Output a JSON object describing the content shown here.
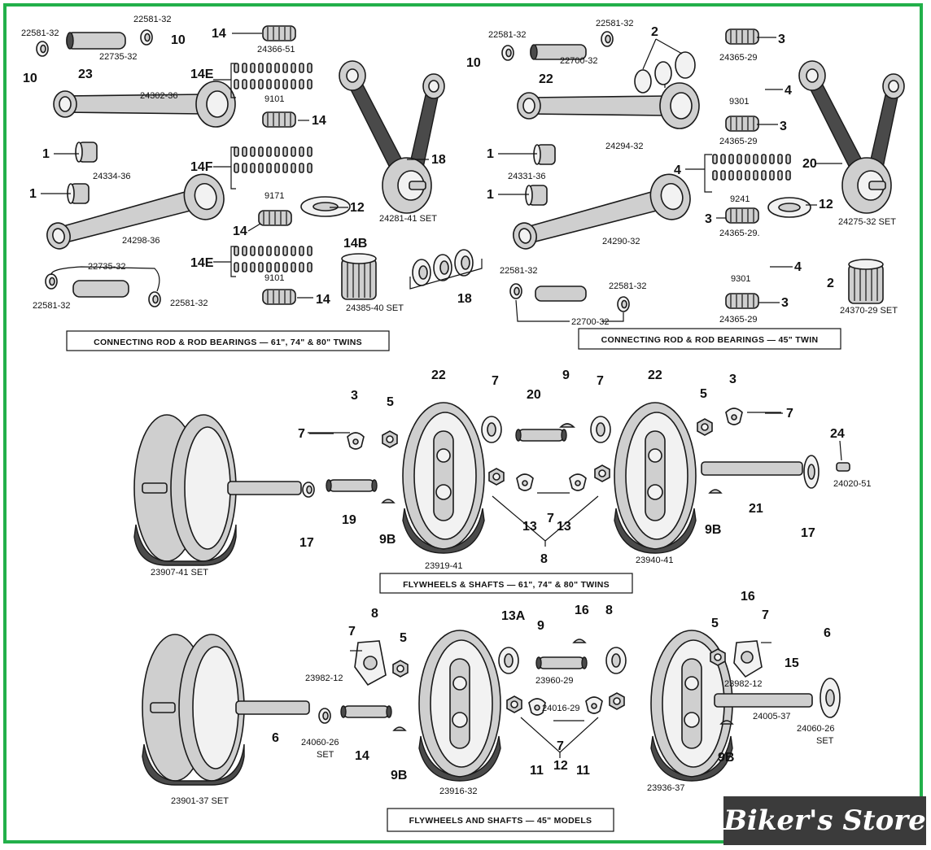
{
  "frame": {
    "border_color": "#22b04a"
  },
  "brand": {
    "text": "Biker's Store"
  },
  "captions": [
    {
      "id": "cap1",
      "text": "CONNECTING ROD & ROD BEARINGS — 61\", 74\" & 80\" TWINS"
    },
    {
      "id": "cap2",
      "text": "CONNECTING ROD & ROD BEARINGS — 45\" TWIN"
    },
    {
      "id": "cap3",
      "text": "FLYWHEELS & SHAFTS — 61\", 74\" & 80\" TWINS"
    },
    {
      "id": "cap4",
      "text": "FLYWHEELS AND SHAFTS — 45\" MODELS"
    }
  ],
  "part_numbers": [
    {
      "id": "pn1",
      "text": "22581-32"
    },
    {
      "id": "pn2",
      "text": "22581-32"
    },
    {
      "id": "pn3",
      "text": "22735-32"
    },
    {
      "id": "pn4",
      "text": "24366-51"
    },
    {
      "id": "pn5",
      "text": "24302-36"
    },
    {
      "id": "pn6",
      "text": "9101"
    },
    {
      "id": "pn7",
      "text": "24334-36"
    },
    {
      "id": "pn8",
      "text": "9171"
    },
    {
      "id": "pn9",
      "text": "24298-36"
    },
    {
      "id": "pn10",
      "text": "24281-41 SET"
    },
    {
      "id": "pn11",
      "text": "9101"
    },
    {
      "id": "pn12",
      "text": "24385-40 SET"
    },
    {
      "id": "pn13",
      "text": "22735-32"
    },
    {
      "id": "pn14",
      "text": "22581-32"
    },
    {
      "id": "pn15",
      "text": "22581-32"
    },
    {
      "id": "pn16",
      "text": "22581-32"
    },
    {
      "id": "pn17",
      "text": "22581-32"
    },
    {
      "id": "pn18",
      "text": "22700-32"
    },
    {
      "id": "pn19",
      "text": "24294-32"
    },
    {
      "id": "pn20",
      "text": "24331-36"
    },
    {
      "id": "pn21",
      "text": "24365-29"
    },
    {
      "id": "pn22",
      "text": "9301"
    },
    {
      "id": "pn23",
      "text": "24365-29"
    },
    {
      "id": "pn24",
      "text": "9241"
    },
    {
      "id": "pn25",
      "text": "24275-32 SET"
    },
    {
      "id": "pn26",
      "text": "24290-32"
    },
    {
      "id": "pn27",
      "text": "24365-29."
    },
    {
      "id": "pn28",
      "text": "9301"
    },
    {
      "id": "pn29",
      "text": "24365-29"
    },
    {
      "id": "pn30",
      "text": "24370-29 SET"
    },
    {
      "id": "pn31",
      "text": "22581-32"
    },
    {
      "id": "pn32",
      "text": "22581-32"
    },
    {
      "id": "pn33",
      "text": "22700-32"
    },
    {
      "id": "pn34",
      "text": "23907-41 SET"
    },
    {
      "id": "pn35",
      "text": "23919-41"
    },
    {
      "id": "pn36",
      "text": "23940-41"
    },
    {
      "id": "pn37",
      "text": "24020-51"
    },
    {
      "id": "pn38",
      "text": "23982-12"
    },
    {
      "id": "pn39",
      "text": "23960-29"
    },
    {
      "id": "pn40",
      "text": "24016-29"
    },
    {
      "id": "pn41",
      "text": "23982-12"
    },
    {
      "id": "pn42",
      "text": "24005-37"
    },
    {
      "id": "pn43",
      "text": "24060-26"
    },
    {
      "id": "pn44",
      "text": "SET"
    },
    {
      "id": "pn45",
      "text": "24060-26"
    },
    {
      "id": "pn46",
      "text": "SET"
    },
    {
      "id": "pn47",
      "text": "23901-37 SET"
    },
    {
      "id": "pn48",
      "text": "23916-32"
    },
    {
      "id": "pn49",
      "text": "23936-37"
    }
  ],
  "callouts": [
    {
      "id": "c1",
      "text": "10"
    },
    {
      "id": "c2",
      "text": "23"
    },
    {
      "id": "c3",
      "text": "10"
    },
    {
      "id": "c4",
      "text": "14"
    },
    {
      "id": "c5",
      "text": "14E"
    },
    {
      "id": "c6",
      "text": "14"
    },
    {
      "id": "c7",
      "text": "1"
    },
    {
      "id": "c8",
      "text": "14F"
    },
    {
      "id": "c9",
      "text": "18"
    },
    {
      "id": "c10",
      "text": "1"
    },
    {
      "id": "c11",
      "text": "12"
    },
    {
      "id": "c12",
      "text": "14"
    },
    {
      "id": "c13",
      "text": "14B"
    },
    {
      "id": "c14",
      "text": "14E"
    },
    {
      "id": "c15",
      "text": "18"
    },
    {
      "id": "c16",
      "text": "14"
    },
    {
      "id": "c17",
      "text": "2"
    },
    {
      "id": "c18",
      "text": "3"
    },
    {
      "id": "c19",
      "text": "10"
    },
    {
      "id": "c20",
      "text": "22"
    },
    {
      "id": "c21",
      "text": "4"
    },
    {
      "id": "c22",
      "text": "3"
    },
    {
      "id": "c23",
      "text": "1"
    },
    {
      "id": "c24",
      "text": "4"
    },
    {
      "id": "c25",
      "text": "20"
    },
    {
      "id": "c26",
      "text": "1"
    },
    {
      "id": "c27",
      "text": "12"
    },
    {
      "id": "c28",
      "text": "3"
    },
    {
      "id": "c29",
      "text": "4"
    },
    {
      "id": "c30",
      "text": "2"
    },
    {
      "id": "c31",
      "text": "3"
    },
    {
      "id": "c32",
      "text": "22"
    },
    {
      "id": "c33",
      "text": "7"
    },
    {
      "id": "c34",
      "text": "9"
    },
    {
      "id": "c35",
      "text": "7"
    },
    {
      "id": "c36",
      "text": "22"
    },
    {
      "id": "c37",
      "text": "3"
    },
    {
      "id": "c38",
      "text": "5"
    },
    {
      "id": "c39",
      "text": "20"
    },
    {
      "id": "c40",
      "text": "5"
    },
    {
      "id": "c41",
      "text": "3"
    },
    {
      "id": "c42",
      "text": "7"
    },
    {
      "id": "c43",
      "text": "7"
    },
    {
      "id": "c44",
      "text": "24"
    },
    {
      "id": "c45",
      "text": "19"
    },
    {
      "id": "c46",
      "text": "13"
    },
    {
      "id": "c47",
      "text": "7"
    },
    {
      "id": "c48",
      "text": "13"
    },
    {
      "id": "c49",
      "text": "21"
    },
    {
      "id": "c50",
      "text": "17"
    },
    {
      "id": "c51",
      "text": "9B"
    },
    {
      "id": "c52",
      "text": "9B"
    },
    {
      "id": "c53",
      "text": "17"
    },
    {
      "id": "c54",
      "text": "8"
    },
    {
      "id": "c55",
      "text": "8"
    },
    {
      "id": "c56",
      "text": "16"
    },
    {
      "id": "c57",
      "text": "13A"
    },
    {
      "id": "c58",
      "text": "9"
    },
    {
      "id": "c59",
      "text": "16"
    },
    {
      "id": "c60",
      "text": "8"
    },
    {
      "id": "c61",
      "text": "7"
    },
    {
      "id": "c62",
      "text": "5"
    },
    {
      "id": "c63",
      "text": "5"
    },
    {
      "id": "c64",
      "text": "7"
    },
    {
      "id": "c65",
      "text": "6"
    },
    {
      "id": "c66",
      "text": "15"
    },
    {
      "id": "c67",
      "text": "6"
    },
    {
      "id": "c68",
      "text": "14"
    },
    {
      "id": "c69",
      "text": "7"
    },
    {
      "id": "c70",
      "text": "11"
    },
    {
      "id": "c71",
      "text": "12"
    },
    {
      "id": "c72",
      "text": "11"
    },
    {
      "id": "c73",
      "text": "9B"
    },
    {
      "id": "c74",
      "text": "9B"
    }
  ]
}
